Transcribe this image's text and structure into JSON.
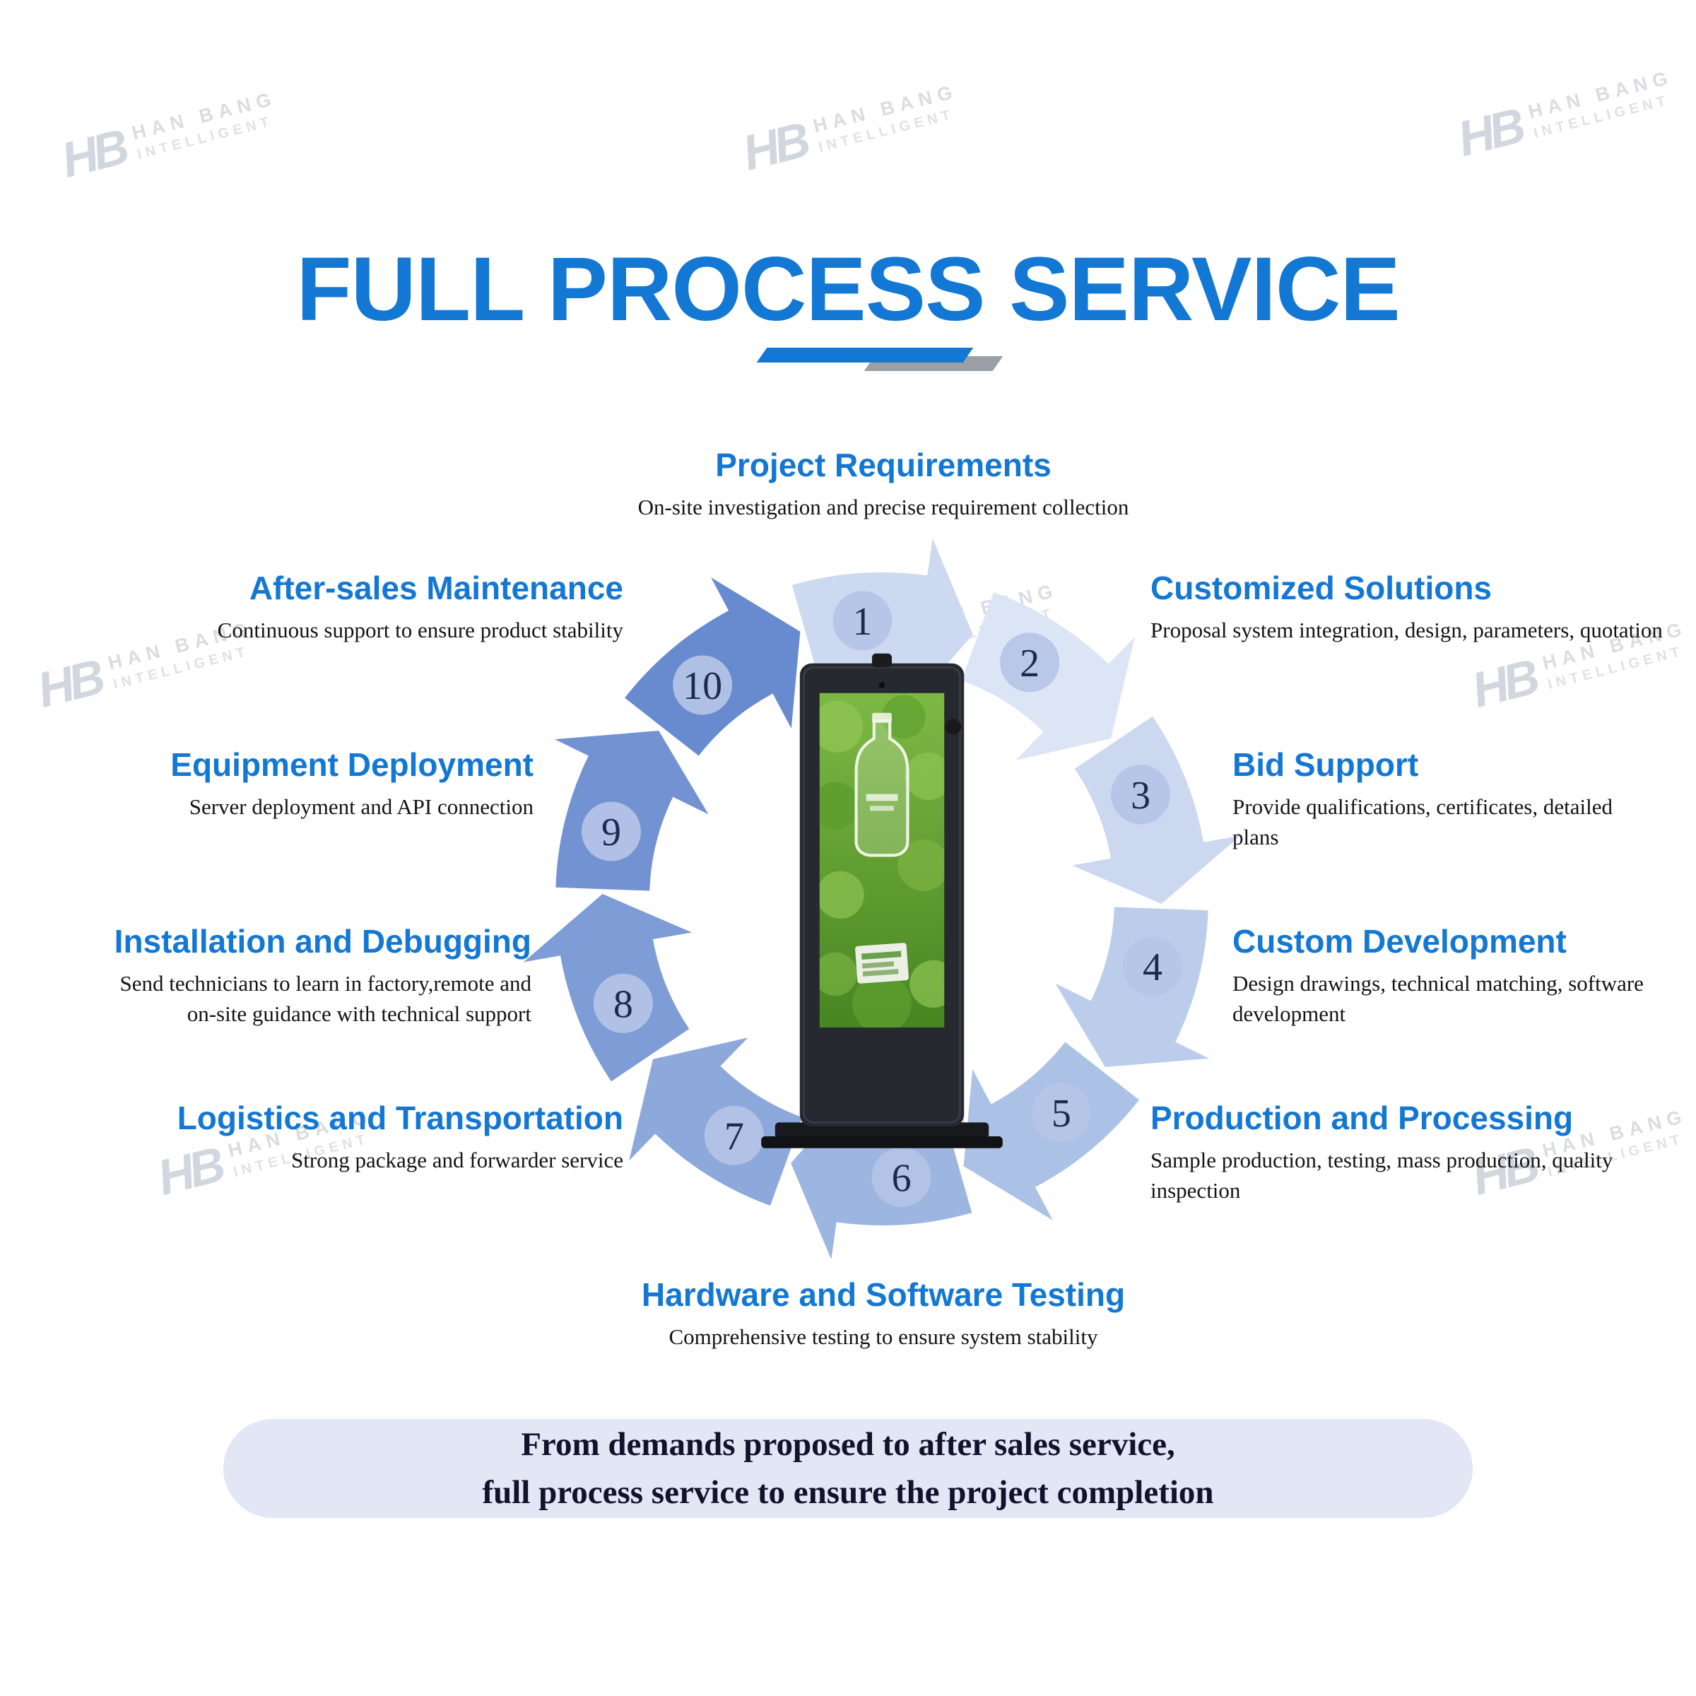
{
  "title": "FULL PROCESS SERVICE",
  "watermark": {
    "logo": "HB",
    "line1": "HAN BANG",
    "line2": "INTELLIGENT"
  },
  "steps": [
    {
      "num": "1",
      "label": "Project Requirements",
      "desc": "On-site investigation and precise requirement collection"
    },
    {
      "num": "2",
      "label": "Customized Solutions",
      "desc": "Proposal system integration, design, parameters, quotation"
    },
    {
      "num": "3",
      "label": "Bid Support",
      "desc": "Provide qualifications, certificates, detailed plans"
    },
    {
      "num": "4",
      "label": "Custom Development",
      "desc": "Design drawings, technical matching, software development"
    },
    {
      "num": "5",
      "label": "Production and Processing",
      "desc": "Sample production, testing, mass production, quality inspection"
    },
    {
      "num": "6",
      "label": "Hardware and Software Testing",
      "desc": "Comprehensive testing to ensure system stability"
    },
    {
      "num": "7",
      "label": "Logistics and Transportation",
      "desc": "Strong package and forwarder service"
    },
    {
      "num": "8",
      "label": "Installation and Debugging",
      "desc": "Send technicians to learn in factory,remote and\non-site guidance with technical support"
    },
    {
      "num": "9",
      "label": "Equipment Deployment",
      "desc": "Server deployment and API connection"
    },
    {
      "num": "10",
      "label": "After-sales Maintenance",
      "desc": "Continuous support to ensure product stability"
    }
  ],
  "ring": {
    "colors": [
      "#cdd9f0",
      "#dce5f5",
      "#cbd8ef",
      "#bccdeb",
      "#acc1e6",
      "#9db5e1",
      "#8da8db",
      "#7e9cd6",
      "#7392d2",
      "#688ace"
    ],
    "badge_color": "#b5c4e7",
    "number_color": "#1c2b4d"
  },
  "colors": {
    "accent_blue": "#1377d4",
    "underline_gray": "#9aa0a6",
    "footer_pill_bg": "#e2e6f5",
    "footer_text": "#12122b",
    "body_text": "#141414"
  },
  "footer": {
    "line1": "From demands proposed to after sales service,",
    "line2": "full process service to ensure the project completion"
  }
}
